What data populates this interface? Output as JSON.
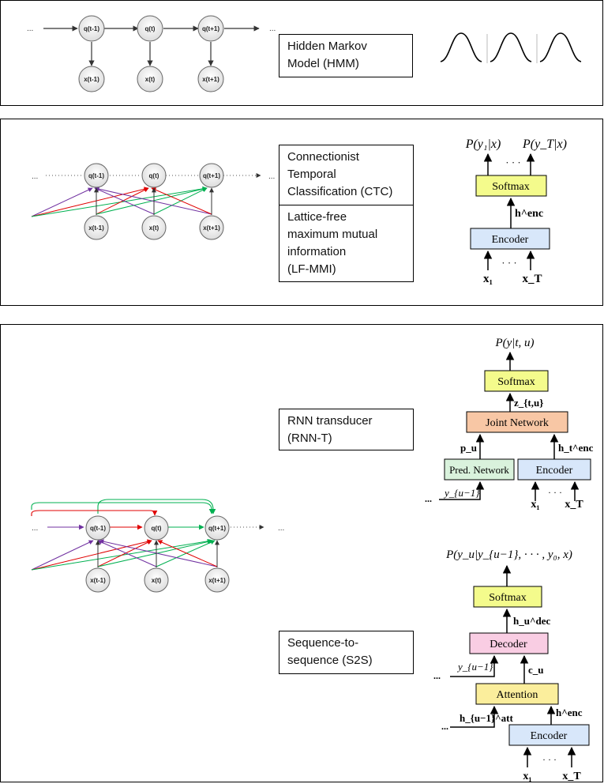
{
  "panels": {
    "hmm": {
      "label": "Hidden  Markov\nModel (HMM)",
      "states": [
        "q(t-1)",
        "q(t)",
        "q(t+1)"
      ],
      "observations": [
        "x(t-1)",
        "x(t)",
        "x(t+1)"
      ],
      "ellipsis": "..."
    },
    "ctc": {
      "label_top": "Connectionist\nTemporal\nClassification (CTC)",
      "label_bottom": "Lattice-free\nmaximum mutual\ninformation\n(LF-MMI)",
      "states": [
        "q(t-1)",
        "q(t)",
        "q(t+1)"
      ],
      "observations": [
        "x(t-1)",
        "x(t)",
        "x(t+1)"
      ],
      "ellipsis": "...",
      "diagram": {
        "out1": "P(y₁|x)",
        "outT": "P(y_T|x)",
        "softmax": "Softmax",
        "henc": "h^enc",
        "encoder": "Encoder",
        "x1": "x₁",
        "xT": "x_T",
        "dots": "· · ·"
      }
    },
    "rnnt": {
      "label": "RNN transducer\n(RNN-T)",
      "diagram": {
        "out": "P(y|t, u)",
        "softmax": "Softmax",
        "z": "z_{t,u}",
        "joint": "Joint Network",
        "pu": "p_u",
        "ht": "h_t^enc",
        "pred": "Pred. Network",
        "encoder": "Encoder",
        "yu1": "y_{u−1}",
        "x1": "x₁",
        "xT": "x_T",
        "dots": "· · ·",
        "ldots": "..."
      }
    },
    "s2s": {
      "label": "Sequence-to-\nsequence (S2S)",
      "states": [
        "q(t-1)",
        "q(t)",
        "q(t+1)"
      ],
      "observations": [
        "x(t-1)",
        "x(t)",
        "x(t+1)"
      ],
      "ellipsis": "...",
      "diagram": {
        "out": "P(y_u|y_{u−1}, · · · , y₀, x)",
        "softmax": "Softmax",
        "hdec": "h_u^dec",
        "decoder": "Decoder",
        "yu1": "y_{u−1}",
        "cu": "c_u",
        "attention": "Attention",
        "hatt": "h_{u−1}^att",
        "henc": "h^enc",
        "encoder": "Encoder",
        "x1": "x₁",
        "xT": "x_T",
        "dots": "· · ·",
        "ldots": "..."
      }
    }
  },
  "colors": {
    "softmax": "#f4fb8c",
    "encoder": "#d8e7fa",
    "joint": "#f8c7a5",
    "pred": "#d9f2dc",
    "decoder": "#f9cde3",
    "attention": "#fbee9c",
    "purple": "#7030a0",
    "red": "#e00000",
    "green": "#00b050"
  }
}
